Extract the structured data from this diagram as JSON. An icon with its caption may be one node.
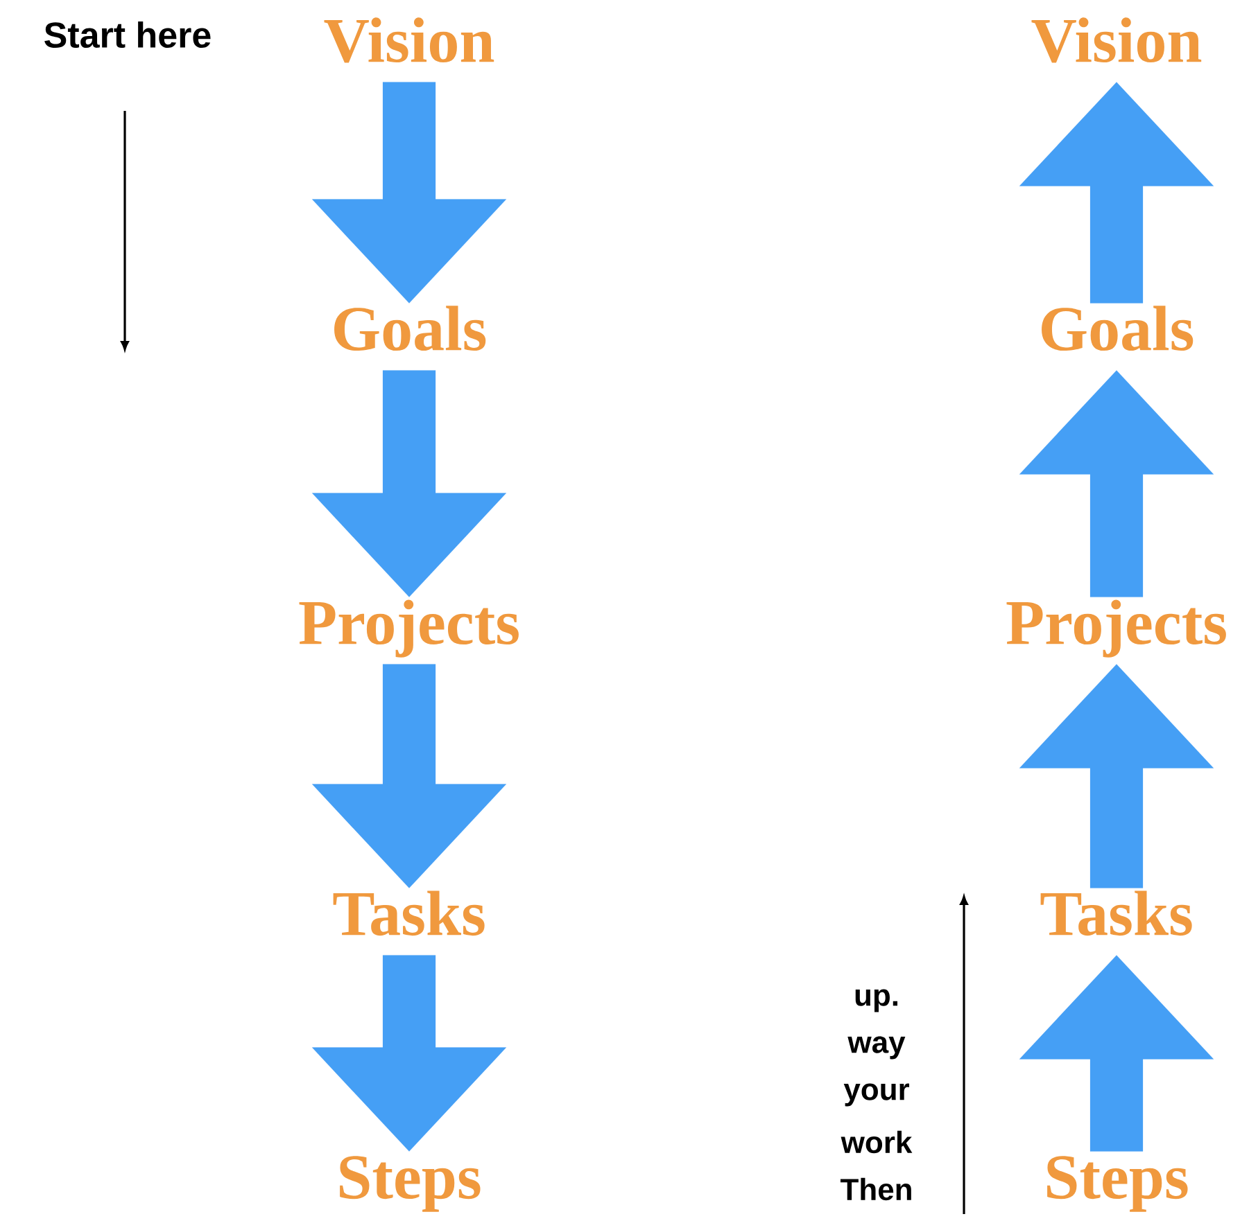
{
  "diagram": {
    "nodes": [
      {
        "text": [
          "Vision"
        ]
      },
      {
        "text": [
          "Goals"
        ]
      },
      {
        "text": [
          "Projects"
        ]
      },
      {
        "text": [
          "Tasks"
        ]
      },
      {
        "text": [
          "Steps"
        ]
      },
      {
        "text": [
          "Vision"
        ]
      },
      {
        "text": [
          "Goals"
        ]
      },
      {
        "text": [
          "Projects"
        ]
      },
      {
        "text": [
          "Tasks"
        ]
      },
      {
        "text": [
          "Steps"
        ]
      }
    ],
    "edges": [
      {
        "from": 0,
        "to": 1,
        "arrow": "to"
      },
      {
        "from": 1,
        "to": 2,
        "arrow": "to"
      },
      {
        "from": 2,
        "to": 3,
        "arrow": "to"
      },
      {
        "from": 3,
        "to": 4,
        "arrow": "to"
      },
      {
        "from": 9,
        "to": 8,
        "arrow": "to"
      },
      {
        "from": 8,
        "to": 7,
        "arrow": "to"
      },
      {
        "from": 7,
        "to": 6,
        "arrow": "to"
      },
      {
        "from": 6,
        "to": 5,
        "arrow": "to"
      }
    ],
    "labels": [
      "Start here",
      "up.",
      "way",
      "your",
      "work",
      "Then"
    ]
  }
}
